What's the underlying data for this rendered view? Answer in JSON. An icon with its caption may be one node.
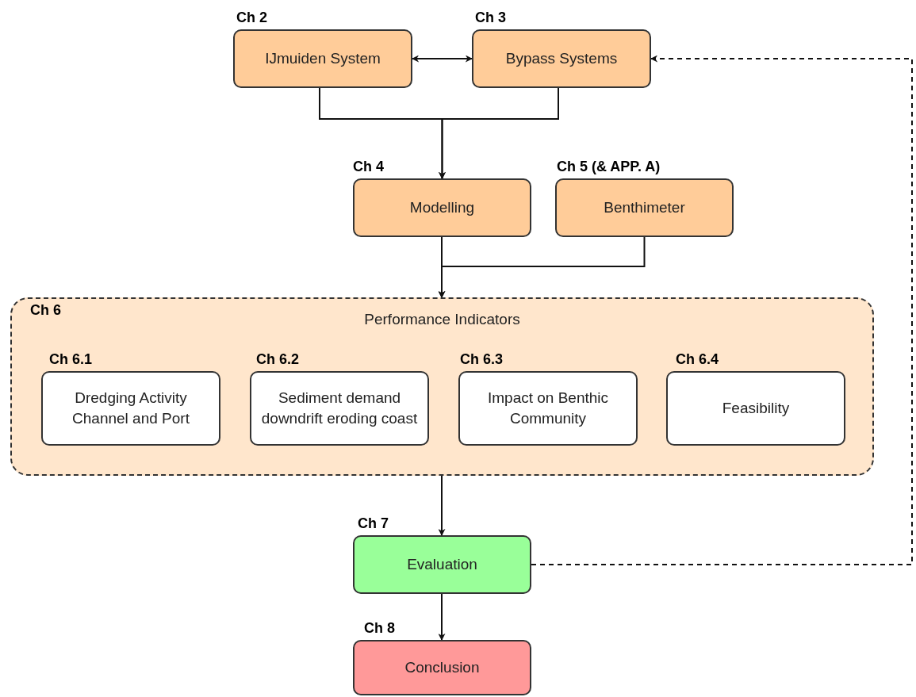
{
  "diagram": {
    "nodes": [
      {
        "text": [
          "Ch 2",
          "IJmuiden System"
        ]
      },
      {
        "text": [
          "Ch 3",
          "Bypass Systems"
        ]
      },
      {
        "text": [
          "Ch 4",
          "Modelling"
        ]
      },
      {
        "text": [
          "Ch 5 (& APP. A)",
          "Benthimeter"
        ]
      },
      {
        "text": [
          "Ch 6",
          "Performance Indicators"
        ]
      },
      {
        "text": [
          "Ch 6.1",
          "Dredging Activity Channel and Port"
        ],
        "in": 4
      },
      {
        "text": [
          "Ch 6.2",
          "Sediment demand downdrift eroding coast"
        ],
        "in": 4
      },
      {
        "text": [
          "Ch 6.3",
          "Impact on Benthic Community"
        ],
        "in": 4
      },
      {
        "text": [
          "Ch 6.4",
          "Feasibility"
        ],
        "in": 4
      },
      {
        "text": [
          "Ch 7",
          "Evaluation"
        ]
      },
      {
        "text": [
          "Ch 8",
          "Conclusion"
        ]
      }
    ],
    "edges": [
      {
        "from": 0,
        "to": 1,
        "arrow": "both"
      },
      {
        "from": 0,
        "to": 2,
        "arrow": "to"
      },
      {
        "from": 1,
        "to": 2,
        "arrow": "to"
      },
      {
        "from": 2,
        "to": 4,
        "arrow": "to"
      },
      {
        "from": 3,
        "to": 4,
        "arrow": "to"
      },
      {
        "from": 4,
        "to": 9,
        "arrow": "to"
      },
      {
        "from": 9,
        "to": 10,
        "arrow": "to"
      },
      {
        "from": 9,
        "to": 1,
        "arrow": "to",
        "style": "dashed"
      }
    ]
  }
}
